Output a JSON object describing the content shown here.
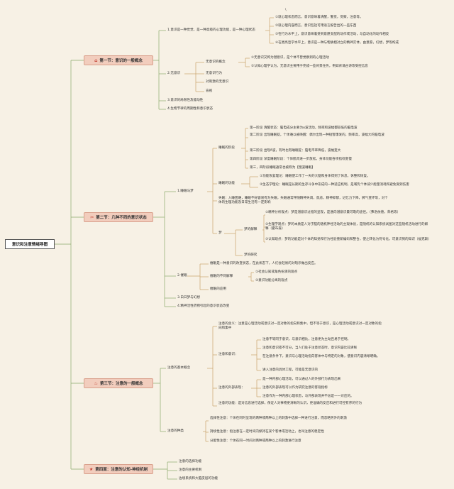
{
  "root": {
    "label": "意识和注意情绪导图"
  },
  "sections": [
    {
      "label": "第一节：意识的一般概念",
      "icon": "home-icon"
    },
    {
      "label": "第二节：几种不同的意识状态",
      "icon": "tools-icon"
    },
    {
      "label": "第三节：注意的一般概念",
      "icon": "fire-icon"
    },
    {
      "label": "第四面：注意的认知-神经机制",
      "icon": "star-icon"
    }
  ],
  "nodes": {
    "n1": "1.意识是一种觉觉，是一种高级的心理功能，是一种心理状态",
    "n1_0": "\\",
    "n1_1": "①就心理状态而言，意识意味着清醒，警觉，觉察，注意等。",
    "n1_2": "②就心理内容而言，意识包括可用语言报告出的一些东西",
    "n1_3": "③在行为水平上，意识意味着受到意愿支配的动作或活动，与自动化的动作相反",
    "n1_4": "④在更高哲学水平上，意识是一种与物质相对立的精神实体，由意愿，幻想，梦等构成",
    "n2": "2.无意识",
    "n2_1": "无意识的概念",
    "n2_1a": "①无意识又称为潜意识，是个体不曾觉察到的心理活动",
    "n2_1b": "②认知心理学认为，无意识主要用于完成一些背景任务，例如背诵古诗等受控信息",
    "n2_2": "无意识行为",
    "n2_3": "对刺激的无意识",
    "n2_4": "盲视",
    "n3": "3.意识的局限性及能动性",
    "n4": "4.生物节律的周期性和意识状态",
    "s2_1": "1.睡眠与梦",
    "sl_stage": "睡眠的阶段",
    "sl_s1": "第一阶段 清醒状态：脑电成分主要为α波活动，频率和波幅都较低的脑电波",
    "sl_s2": "第二阶段 出现睡眠锭，个体难以被唤醒：偶尔出现一种短暂爆发的，频率高，波幅大的脑电波",
    "sl_s3": "第三阶段 出现δ波，有时也有睡眠锭：脑电平率降低，波幅变大",
    "sl_s4": "第四阶段 深度睡眠阶段：个体肌肉进一步放松，身体功能各项指标变慢",
    "sl_s5": "第三，四阶段睡眠通常也被称为【慢波睡眠】",
    "sl_func": "睡眠的功能",
    "sl_f1": "①功能恢复理论：睡眠使工作了一天的大脑和身体得到了休息，休整和恢复。",
    "sl_f2": "②生态学理论：睡眠是长期的生存斗争中形成的一种适应机制，是哺乳个体减少能量消耗和避免受到伤害",
    "sl_dep": "失眠：入睡困难，睡眠不好容易有为失眠，失眠通常伴随精神失调，焦虑，精神抑郁，记忆力下降，脾气变坏等，对个体的生理功能及日常生活有一定影响",
    "dream": "梦",
    "dr_exp": "梦的解释",
    "dr_e1": "①精神分析观点：梦是潜意识过程的显现，是通向潜意识最可靠的途径。（弗洛依德，荣格等）",
    "dr_e2": "②生理学观点：梦的本质是人对于脑的随机神经活动的主观体验，是随机的认知系统试图对这些随机活动进行的解释（霍布森）",
    "dr_e3": "③认知观点：梦的功能是对个体的知觉和行为经验重新编码和整合，使之转化为符号化，可意识到的知识（福克斯）",
    "dr_res": "梦的研究",
    "s2_2": "2.催眠",
    "hy_def": "催眠是一种意识的改变状态，在此状态下，人们会轻易的对暗示做出反应。",
    "hy_theory": "催眠的不同解释",
    "hy_t1": "①社会认知或角色扮演的观点",
    "hy_t2": "②意识功能分离的观点",
    "hy_app": "催眠的应用",
    "s2_3": "3.白日梦与幻想",
    "s2_4": "4.精神活性药物引起的意识状态改变",
    "at_basic": "注意的基本概念",
    "at_def": "注意的含义：注意是心理活动或意识对一定对象的指向和集中，但不等于意识，是心理活动或意识对一定对象的指向和集中",
    "at_rel": "注意和意识：",
    "at_r1": "注意不等同于意识，与意识相比，注意更为主动且易于控制。",
    "at_r2": "注意和意识密不可分，当人们处于注意状态时，意识内容比较清晰",
    "at_r3": "在注意条件下，意识与心理活动指向客体中与特定的对象，使意识内容清晰明确。",
    "at_r4": "进入注意的具体工程，可能是无意识的",
    "at_ext": "注意的外部表现：",
    "at_e1": "是一种内部心理活动，可以通过人的外部行为表现出来",
    "at_e2": "注意的外部表现可以作为研究注意的客观指标",
    "at_e3": "注意作为一种内部心理状态，与外部表现并不总是一一对应的。",
    "at_func": "注意的功能：是对信息进行选择，保证人对事物更清晰的认识，更准确的反应和进行可控有序的行为",
    "at_types": "注意的种类",
    "at_t1": "选择性注意：个体在同时呈现的两种或两种以上的刺激中选择一种进行注意，而忽略另外的刺激",
    "at_t2": "持续性注意：指注意在一定时间内保持在某个客体或活动上，也叫注意的稳定性",
    "at_t3": "分配性注意：个体在同一时间对两种或两种以上的刺激进行注意",
    "s4_1": "注意的选择功能",
    "s4_2": "注意的主要机制",
    "s4_3": "边境系统和大脑皮层的功能"
  }
}
